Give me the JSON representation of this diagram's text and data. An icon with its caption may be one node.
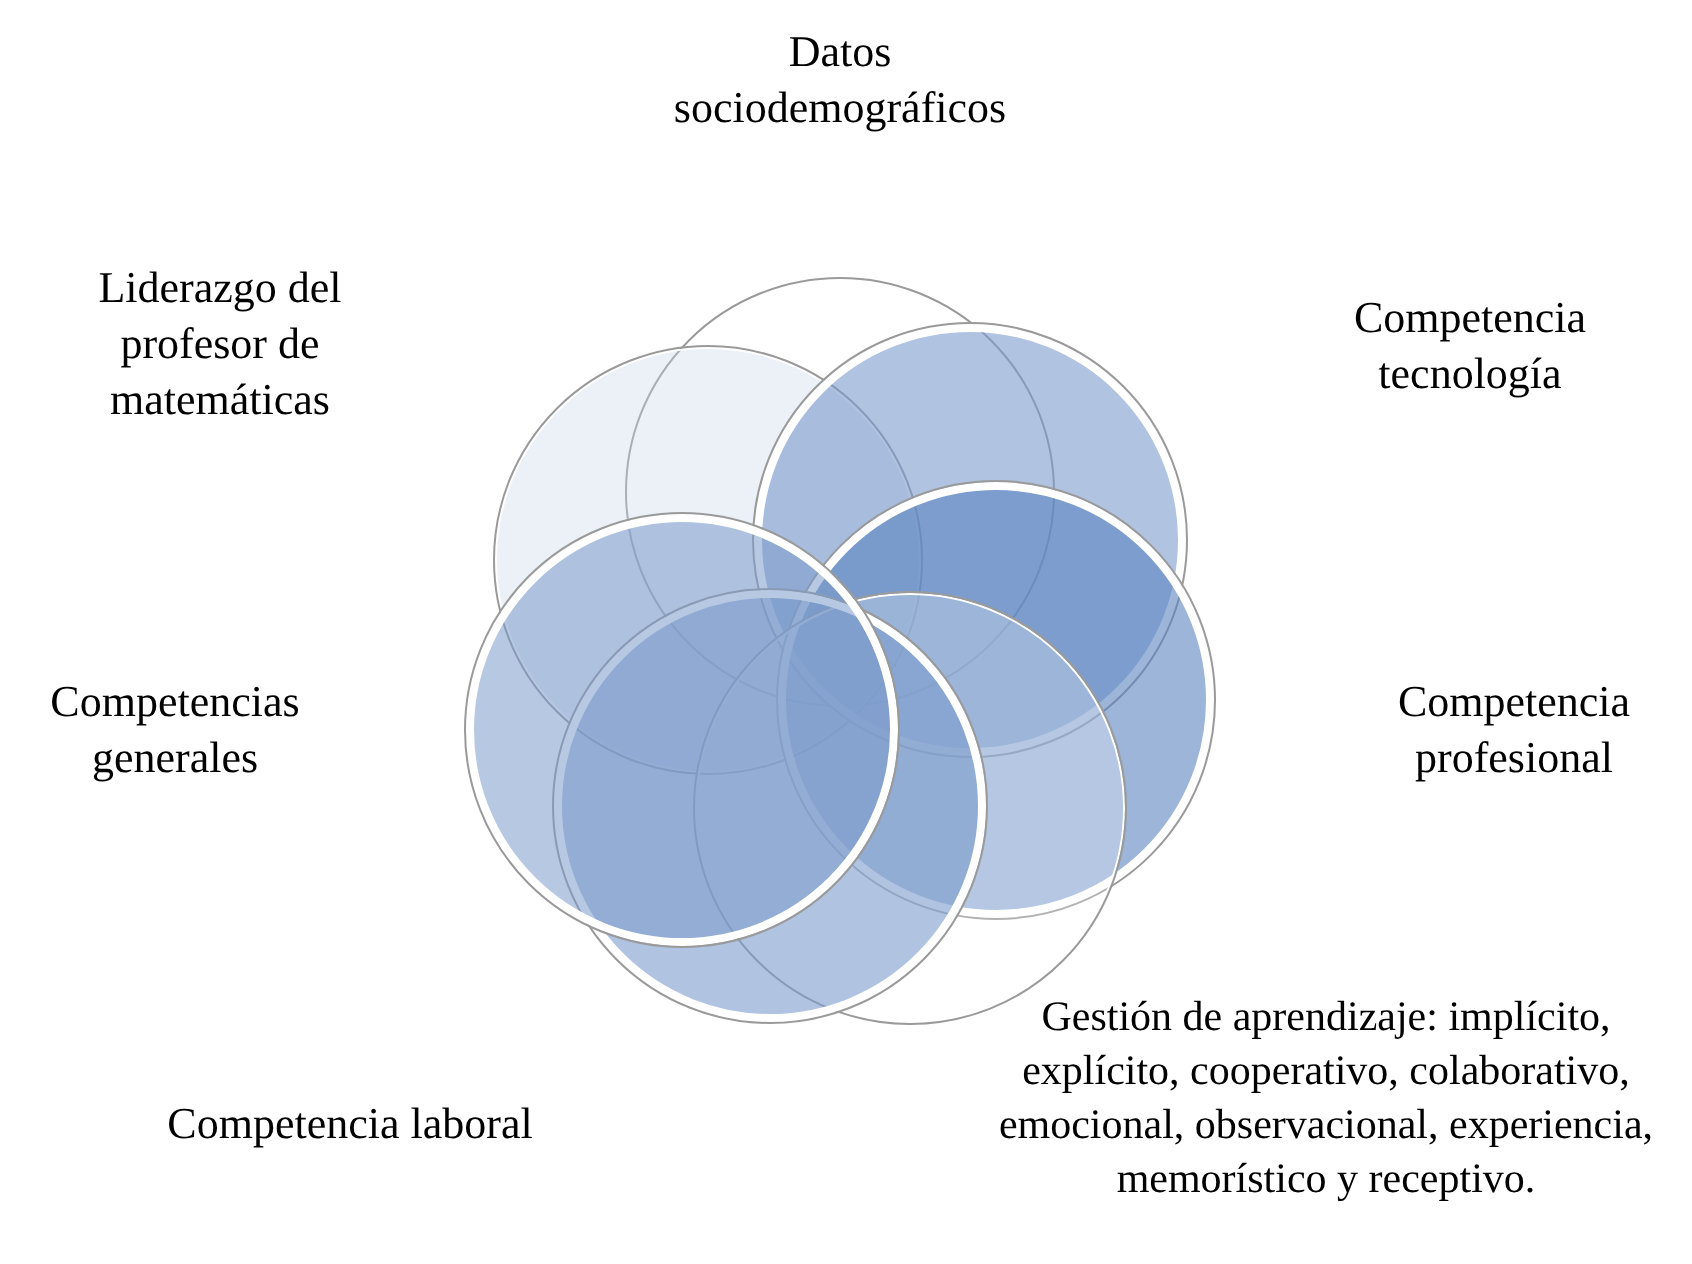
{
  "diagram": {
    "nodes": [
      {
        "text": [],
        "shape": "circle"
      },
      {
        "text": [],
        "shape": "circle"
      },
      {
        "text": [],
        "shape": "circle"
      },
      {
        "text": [],
        "shape": "circle"
      },
      {
        "text": [],
        "shape": "circle"
      },
      {
        "text": [],
        "shape": "circle"
      },
      {
        "text": [],
        "shape": "circle"
      }
    ],
    "labels": [
      "Datos sociodemográficos",
      "Liderazgo del profesor de matemáticas",
      "Competencia tecnología",
      "Competencias generales",
      "Competencia profesional",
      "Gestión de aprendizaje: implícito, explícito, cooperativo, colaborativo, emocional, observacional, experiencia, memorístico y receptivo.",
      "Competencia laboral"
    ]
  }
}
